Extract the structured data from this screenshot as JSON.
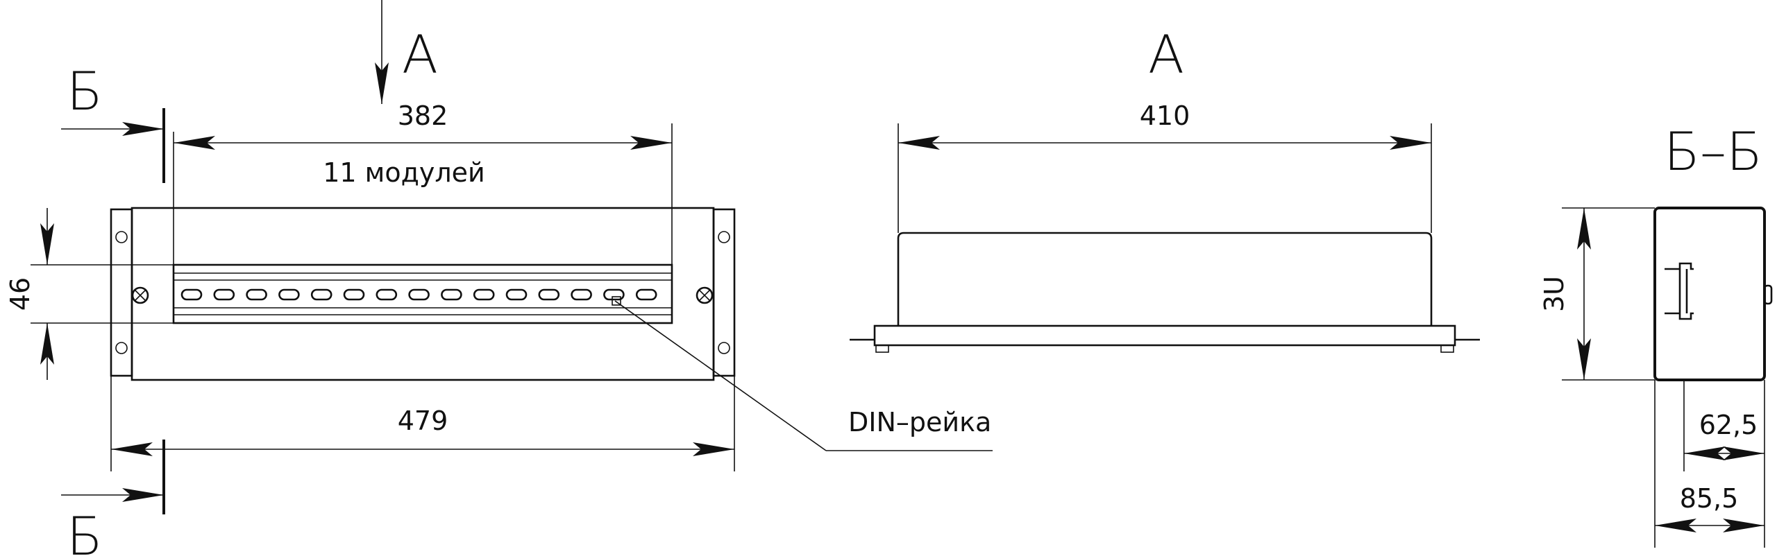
{
  "view_a_arrow_label": "А",
  "view_a_title": "А",
  "section_label_top": "Б",
  "section_label_bottom": "Б",
  "section_title": "Б–Б",
  "dimensions": {
    "rail_length": "382",
    "modules": "11 модулей",
    "rail_height": "46",
    "panel_width": "479",
    "depth_length": "410",
    "height_units": "3U",
    "inner_depth": "62,5",
    "outer_depth": "85,5"
  },
  "callout_din": "DIN–рейка",
  "colors": {
    "line": "#111111",
    "background": "#ffffff"
  }
}
